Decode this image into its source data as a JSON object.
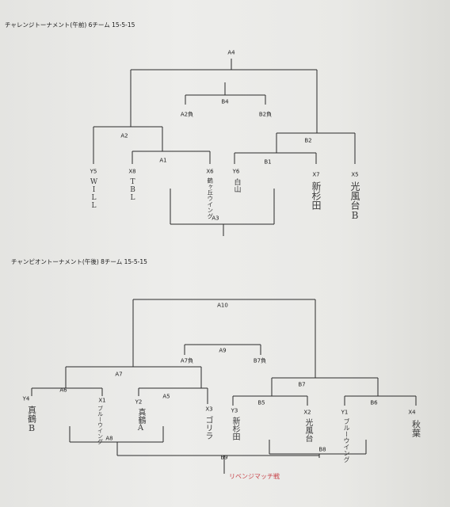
{
  "morning": {
    "title": "チャレンジトーナメント(午前)  6チーム   15-5-15",
    "matches": {
      "a4": "A4",
      "b4": "B4",
      "a2_loser": "A2負",
      "b2_loser": "B2負",
      "a2": "A2",
      "a1": "A1",
      "b2": "B2",
      "b1": "B1",
      "a3": "A3"
    },
    "teams": [
      {
        "seed": "Y5",
        "name": "WILL"
      },
      {
        "seed": "X8",
        "name": "TBL"
      },
      {
        "seed": "X6",
        "name": "鶴ヶ丘ウイング"
      },
      {
        "seed": "Y6",
        "name": "白山"
      },
      {
        "seed": "X7",
        "name": "新杉田"
      },
      {
        "seed": "X5",
        "name": "光風台B"
      }
    ]
  },
  "afternoon": {
    "title": "チャンピオントーナメント(午後)  8チーム   15-5-15",
    "matches": {
      "a10": "A10",
      "a9": "A9",
      "a7_loser": "A7負",
      "b7_loser": "B7負",
      "a7": "A7",
      "a6": "A6",
      "a5": "A5",
      "b7": "B7",
      "b5": "B5",
      "b6": "B6",
      "a8": "A8",
      "b8": "B8",
      "b9": "B9"
    },
    "teams": [
      {
        "seed": "Y4",
        "name": "真鶴B"
      },
      {
        "seed": "X1",
        "name": "ブルーウイング"
      },
      {
        "seed": "Y2",
        "name": "真鶴A"
      },
      {
        "seed": "X3",
        "name": "ゴリラ"
      },
      {
        "seed": "Y3",
        "name": "新杉田"
      },
      {
        "seed": "X2",
        "name": "光風台"
      },
      {
        "seed": "Y1",
        "name": "ブルーウイング"
      },
      {
        "seed": "X4",
        "name": "秋葉"
      }
    ],
    "note": "リベンジマッチ戦"
  },
  "colors": {
    "paper": "#e9e9e6",
    "ink": "#222222",
    "red_ink": "#c8464c"
  }
}
